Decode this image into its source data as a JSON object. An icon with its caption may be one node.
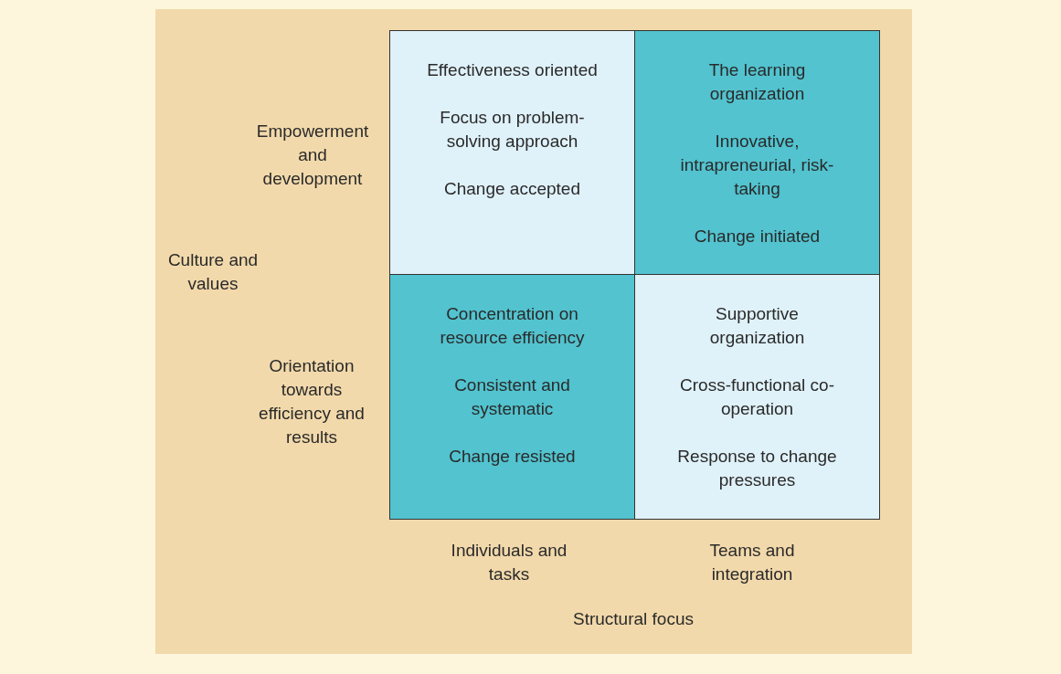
{
  "diagram": {
    "nodes": [
      {
        "text": [
          "Effectiveness oriented",
          "Focus on problem-solving approach",
          "Change accepted"
        ]
      },
      {
        "text": [
          "The learning organization",
          "Innovative, intrapreneurial, risk-taking",
          "Change initiated"
        ]
      },
      {
        "text": [
          "Concentration on resource efficiency",
          "Consistent and systematic",
          "Change resisted"
        ]
      },
      {
        "text": [
          "Supportive organization",
          "Cross-functional co-operation",
          "Response to change pressures"
        ]
      }
    ],
    "labels": [
      "Empowerment and development",
      "Culture and values",
      "Orientation towards efficiency and results",
      "Individuals and tasks",
      "Teams and integration",
      "Structural focus"
    ]
  }
}
